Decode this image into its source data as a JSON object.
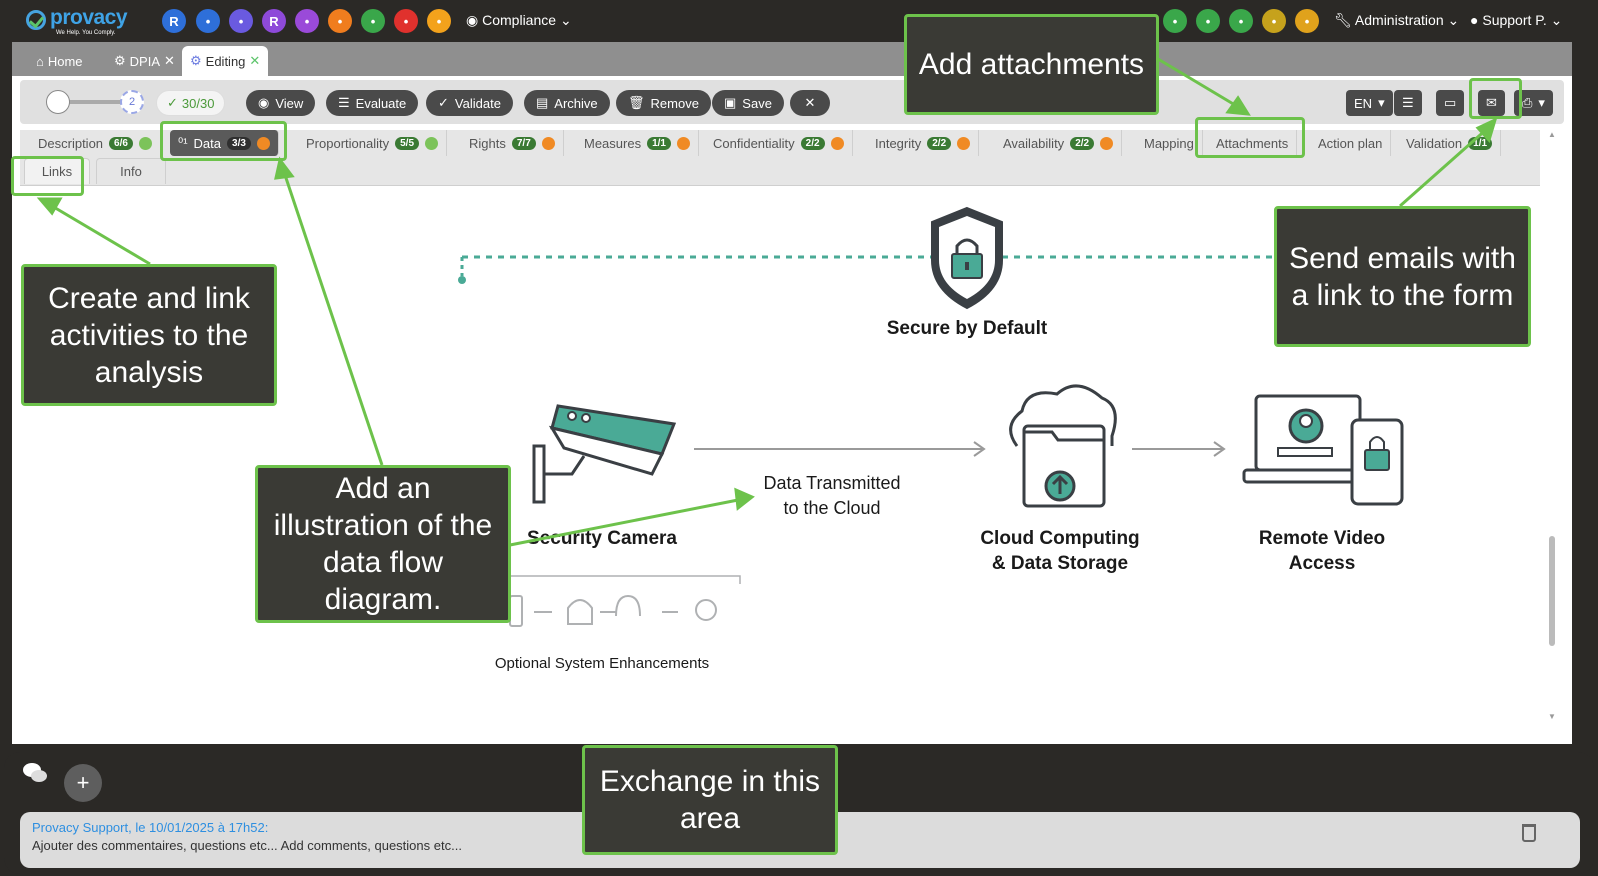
{
  "topbar": {
    "logo_name": "provacy",
    "logo_tagline": "We Help. You Comply.",
    "app_icons": [
      {
        "icon": "r-letter-icon",
        "label": "R",
        "color": "#2e6fd9"
      },
      {
        "icon": "flow-icon",
        "label": "",
        "color": "#2e6fd9"
      },
      {
        "icon": "badge-icon",
        "label": "",
        "color": "#6a5ae0"
      },
      {
        "icon": "r-letter-icon",
        "label": "R",
        "color": "#8e4ad9"
      },
      {
        "icon": "handshake-icon",
        "label": "",
        "color": "#9a4ad9"
      },
      {
        "icon": "checklist-icon",
        "label": "",
        "color": "#f07d1e"
      },
      {
        "icon": "person-icon",
        "label": "",
        "color": "#3aa74a"
      },
      {
        "icon": "shield-icon",
        "label": "",
        "color": "#e0312d"
      },
      {
        "icon": "share-icon",
        "label": "",
        "color": "#f3a21c"
      }
    ],
    "compliance_label": "Compliance",
    "right_icons": [
      "sitemap-icon",
      "building-icon",
      "users-icon",
      "group-icon",
      "tools-icon"
    ],
    "administration_label": "Administration",
    "user_label": "Support P."
  },
  "page_tabs": [
    {
      "label": "Home",
      "icon": "home-icon",
      "closable": false
    },
    {
      "label": "DPIA",
      "icon": "gear-icon",
      "closable": true
    },
    {
      "label": "Editing",
      "icon": "gear-icon",
      "closable": true
    }
  ],
  "toolbar": {
    "slider_value": "2",
    "score": "30/30",
    "buttons": {
      "view": "View",
      "evaluate": "Evaluate",
      "validate": "Validate",
      "archive": "Archive",
      "remove": "Remove",
      "save": "Save",
      "close": "✕"
    },
    "language": "EN"
  },
  "section_tabs": [
    {
      "label": "Description",
      "count": "6/6",
      "status": "green"
    },
    {
      "label": "Data",
      "count": "3/3",
      "status": "orange"
    },
    {
      "label": "Proportionality",
      "count": "5/5",
      "status": "green"
    },
    {
      "label": "Rights",
      "count": "7/7",
      "status": "orange"
    },
    {
      "label": "Measures",
      "count": "1/1",
      "status": "orange"
    },
    {
      "label": "Confidentiality",
      "count": "2/2",
      "status": "orange"
    },
    {
      "label": "Integrity",
      "count": "2/2",
      "status": "orange"
    },
    {
      "label": "Availability",
      "count": "2/2",
      "status": "orange"
    },
    {
      "label": "Mapping",
      "count": "",
      "status": ""
    },
    {
      "label": "Attachments",
      "count": "",
      "status": ""
    },
    {
      "label": "Action plan",
      "count": "",
      "status": ""
    },
    {
      "label": "Validation",
      "count": "1/1",
      "status": ""
    }
  ],
  "sub_tabs": [
    "Links",
    "Info"
  ],
  "diagram": {
    "secure_label": "Secure by Default",
    "camera_label": "Security Camera",
    "transmit_label_1": "Data Transmitted",
    "transmit_label_2": "to the Cloud",
    "cloud_label_1": "Cloud Computing",
    "cloud_label_2": "& Data Storage",
    "remote_label_1": "Remote Video",
    "remote_label_2": "Access",
    "optional_label": "Optional System Enhancements"
  },
  "comment": {
    "author": "Provacy Support, le 10/01/2025 à 17h52:",
    "placeholder": "Ajouter des commentaires, questions etc... Add comments, questions etc..."
  },
  "callouts": {
    "attachments": "Add attachments",
    "emails": "Send emails with a link to the form",
    "links": "Create and link activities to the analysis",
    "illustration": "Add an illustration of the data flow diagram.",
    "exchange": "Exchange in this area"
  },
  "colors": {
    "accent_green": "#6dc24b",
    "dark_bg": "#2b2926",
    "teal": "#4aaa96"
  }
}
